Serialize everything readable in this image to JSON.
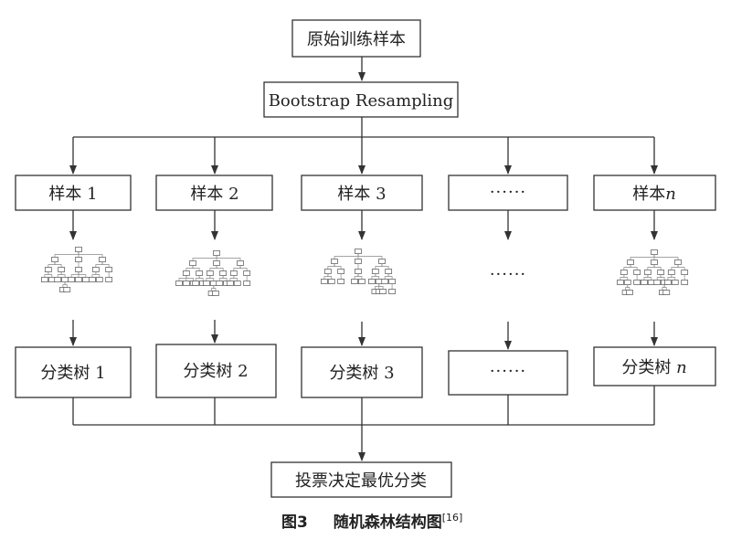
{
  "top": {
    "original": "原始训练样本",
    "bootstrap": "Bootstrap Resampling"
  },
  "samples": [
    {
      "prefix": "样本 ",
      "suffix": "1",
      "italic": false
    },
    {
      "prefix": "样本 ",
      "suffix": "2",
      "italic": false
    },
    {
      "prefix": "样本 ",
      "suffix": "3",
      "italic": false
    },
    {
      "prefix": "",
      "suffix": "······",
      "italic": false
    },
    {
      "prefix": "样本",
      "suffix": "n",
      "italic": true
    }
  ],
  "middle_dots": "······",
  "classifiers": [
    {
      "prefix": "分类树 ",
      "suffix": "1",
      "italic": false
    },
    {
      "prefix": "分类树 ",
      "suffix": "2",
      "italic": false
    },
    {
      "prefix": "分类树 ",
      "suffix": "3",
      "italic": false
    },
    {
      "prefix": "",
      "suffix": "······",
      "italic": false
    },
    {
      "prefix": "分类树 ",
      "suffix": "n",
      "italic": true
    }
  ],
  "vote": "投票决定最优分类",
  "caption": {
    "fig": "图3",
    "title": "随机森林结构图",
    "ref": "[16]"
  }
}
